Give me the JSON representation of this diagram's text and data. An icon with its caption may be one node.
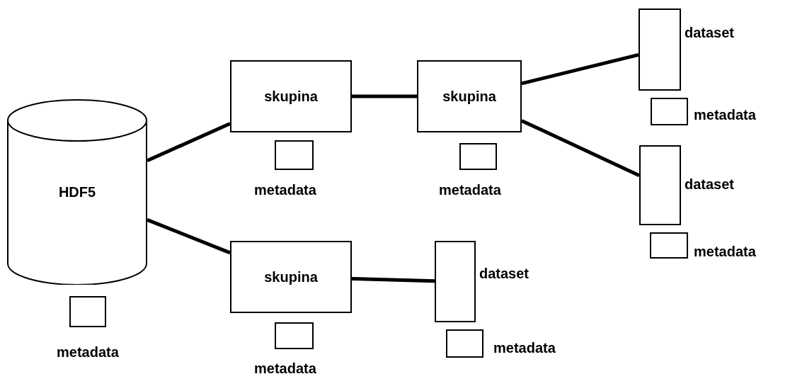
{
  "diagram": {
    "nodes": [
      {
        "text": [
          "HDF5"
        ]
      },
      {
        "text": [
          "metadata"
        ]
      },
      {
        "text": [
          "skupina"
        ]
      },
      {
        "text": [
          "metadata"
        ]
      },
      {
        "text": [
          "skupina"
        ]
      },
      {
        "text": [
          "metadata"
        ]
      },
      {
        "text": [
          "dataset"
        ]
      },
      {
        "text": [
          "metadata"
        ]
      },
      {
        "text": [
          "dataset"
        ]
      },
      {
        "text": [
          "metadata"
        ]
      },
      {
        "text": [
          "skupina"
        ]
      },
      {
        "text": [
          "metadata"
        ]
      },
      {
        "text": [
          "dataset"
        ]
      },
      {
        "text": [
          "metadata"
        ]
      }
    ],
    "edges": [
      {
        "from": 0,
        "to": 2,
        "arrow": "none"
      },
      {
        "from": 0,
        "to": 10,
        "arrow": "none"
      },
      {
        "from": 2,
        "to": 4,
        "arrow": "none"
      },
      {
        "from": 4,
        "to": 6,
        "arrow": "none"
      },
      {
        "from": 4,
        "to": 8,
        "arrow": "none"
      },
      {
        "from": 10,
        "to": 12,
        "arrow": "none"
      }
    ]
  }
}
